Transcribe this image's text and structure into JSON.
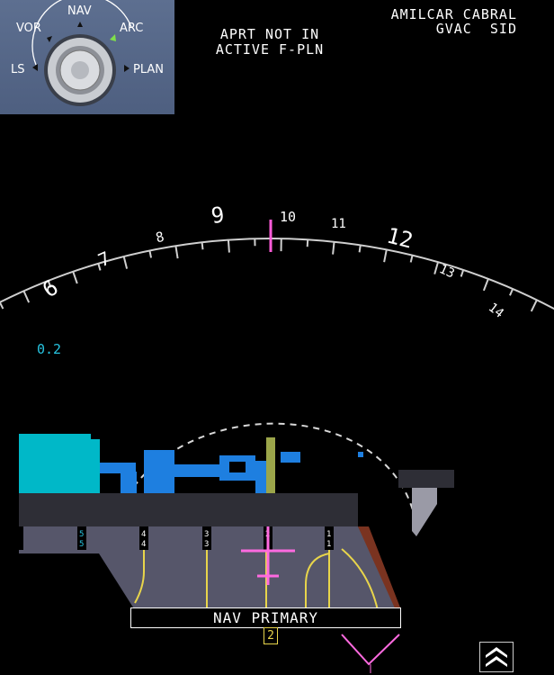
{
  "mode_selector": {
    "options": [
      "LS",
      "VOR",
      "NAV",
      "ARC",
      "PLAN"
    ],
    "active": "ARC",
    "active_color": "#7fe04a"
  },
  "messages": {
    "line1": "APRT NOT IN",
    "line2": "ACTIVE F-PLN"
  },
  "airport": {
    "name": "AMILCAR CABRAL",
    "info": "GVAC  SID"
  },
  "compass": {
    "labels": [
      "6",
      "7",
      "8",
      "9",
      "10",
      "11",
      "12",
      "13",
      "14"
    ],
    "range": "0.2",
    "range_color": "#27c4e0",
    "lubber_color": "#ff5cd9"
  },
  "terrain_colors": {
    "cyan": "#00b8c8",
    "blue": "#1e7fe0",
    "gray": "#2e2e36",
    "gate_gray": "#56566a",
    "yellow": "#e8d54b",
    "magenta": "#ff6ae0"
  },
  "gates": [
    "5",
    "4",
    "3",
    "2",
    "1"
  ],
  "status": {
    "nav_label": "NAV PRIMARY",
    "runway_badge": "2"
  }
}
